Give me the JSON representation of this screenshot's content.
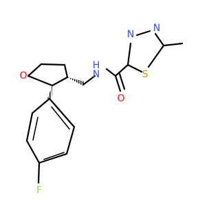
{
  "molecule": {
    "atoms": {
      "oxygen_ring": {
        "symbol": "O",
        "color": "#ff0d0d"
      },
      "oxygen_carbonyl": {
        "symbol": "O",
        "color": "#ff0d0d"
      },
      "nitrogen_amide": {
        "symbol": "N",
        "color": "#3050f8"
      },
      "hydrogen_amide": {
        "symbol": "H",
        "color": "#3050f8"
      },
      "nitrogen_ring_1": {
        "symbol": "N",
        "color": "#3050f8"
      },
      "nitrogen_ring_2": {
        "symbol": "N",
        "color": "#3050f8"
      },
      "sulfur_ring": {
        "symbol": "S",
        "color": "#c8a000"
      },
      "fluorine": {
        "symbol": "F",
        "color": "#90e050"
      }
    },
    "bond_color": "#000000"
  }
}
